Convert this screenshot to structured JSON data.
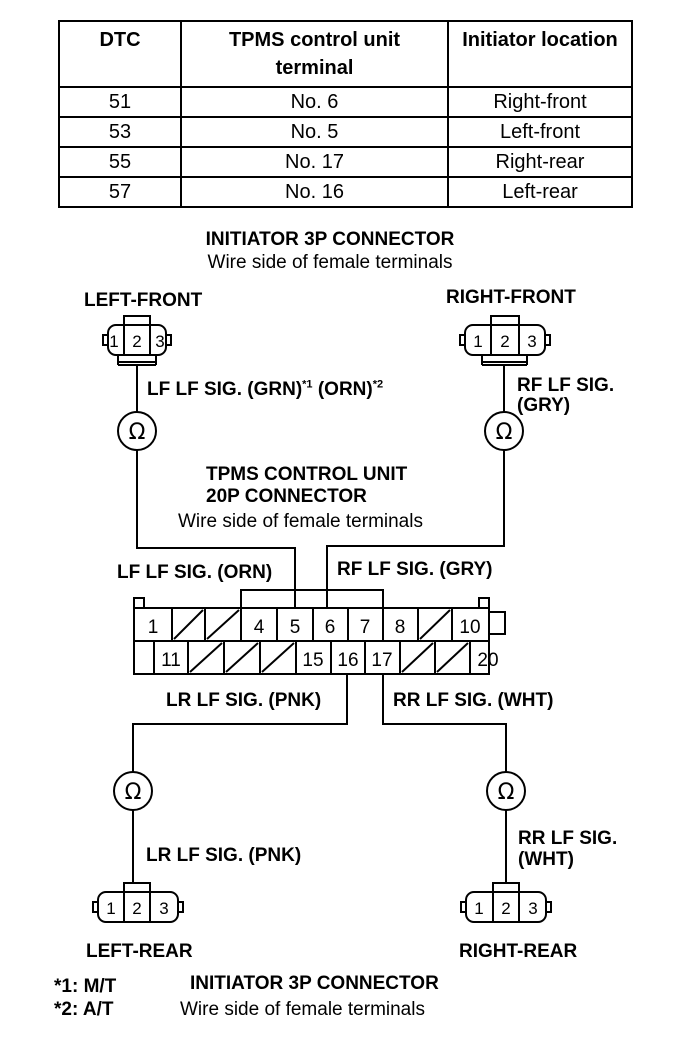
{
  "table": {
    "headers": {
      "dtc": "DTC",
      "terminal": "TPMS control unit terminal",
      "location": "Initiator location"
    },
    "rows": [
      {
        "dtc": "51",
        "terminal": "No. 6",
        "location": "Right-front"
      },
      {
        "dtc": "53",
        "terminal": "No. 5",
        "location": "Left-front"
      },
      {
        "dtc": "55",
        "terminal": "No. 17",
        "location": "Right-rear"
      },
      {
        "dtc": "57",
        "terminal": "No. 16",
        "location": "Left-rear"
      }
    ]
  },
  "top_connector": {
    "title": "INITIATOR 3P CONNECTOR",
    "subtitle": "Wire side of female terminals"
  },
  "left_front": {
    "label": "LEFT-FRONT",
    "wire": "LF LF SIG. (GRN)",
    "note1": "*1",
    "wire_alt": "(ORN)",
    "note2": "*2"
  },
  "right_front": {
    "label": "RIGHT-FRONT",
    "wire_line1": "RF LF SIG.",
    "wire_line2": "(GRY)"
  },
  "control_unit": {
    "title_line1": "TPMS CONTROL UNIT",
    "title_line2": "20P CONNECTOR",
    "subtitle": "Wire side of female terminals"
  },
  "cu_wires": {
    "lf": "LF LF SIG. (ORN)",
    "rf": "RF LF SIG. (GRY)",
    "lr": "LR LF SIG. (PNK)",
    "rr": "RR LF SIG. (WHT)"
  },
  "left_rear": {
    "label": "LEFT-REAR",
    "wire": "LR LF SIG. (PNK)"
  },
  "right_rear": {
    "label": "RIGHT-REAR",
    "wire_line1": "RR LF SIG.",
    "wire_line2": "(WHT)"
  },
  "bottom_connector": {
    "title": "INITIATOR 3P CONNECTOR",
    "subtitle": "Wire side of female terminals"
  },
  "notes": [
    {
      "key": "*1:",
      "value": "M/T"
    },
    {
      "key": "*2:",
      "value": "A/T"
    }
  ],
  "connector_pins": [
    "1",
    "2",
    "3"
  ],
  "cu_row1": [
    "1",
    "",
    "",
    "4",
    "5",
    "6",
    "7",
    "8",
    "",
    "10"
  ],
  "cu_row2": [
    "11",
    "",
    "",
    "",
    "15",
    "16",
    "17",
    "",
    "",
    "20"
  ],
  "ohm_symbol": "Ω"
}
